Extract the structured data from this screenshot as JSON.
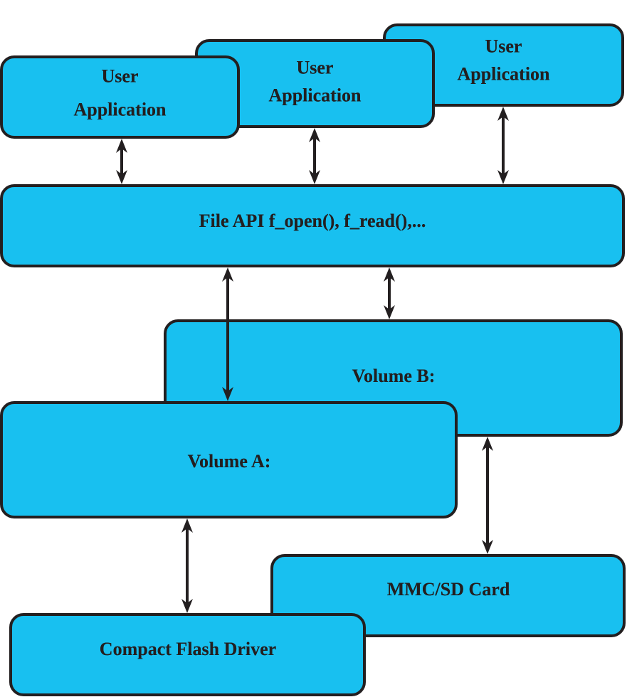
{
  "diagram": {
    "title": "",
    "colors": {
      "box_fill": "#18c0f0",
      "stroke": "#231f20",
      "text": "#231f20",
      "background": "#ffffff"
    },
    "nodes": [
      {
        "id": "user-app-3",
        "label": "User\nApplication"
      },
      {
        "id": "user-app-2",
        "label": "User\nApplication"
      },
      {
        "id": "user-app-1",
        "label": "User\nApplication"
      },
      {
        "id": "file-api",
        "label": "File API f_open(), f_read(),..."
      },
      {
        "id": "volume-b",
        "label": "Volume B:"
      },
      {
        "id": "volume-a",
        "label": "Volume A:"
      },
      {
        "id": "mmc-sd-card",
        "label": "MMC/SD Card"
      },
      {
        "id": "compact-flash-driver",
        "label": "Compact Flash Driver"
      }
    ],
    "edges": [
      {
        "from": "user-app-1",
        "to": "file-api",
        "direction": "bidirectional"
      },
      {
        "from": "user-app-2",
        "to": "file-api",
        "direction": "bidirectional"
      },
      {
        "from": "user-app-3",
        "to": "file-api",
        "direction": "bidirectional"
      },
      {
        "from": "file-api",
        "to": "volume-a",
        "direction": "bidirectional"
      },
      {
        "from": "file-api",
        "to": "volume-b",
        "direction": "bidirectional"
      },
      {
        "from": "volume-a",
        "to": "compact-flash-driver",
        "direction": "bidirectional"
      },
      {
        "from": "volume-b",
        "to": "mmc-sd-card",
        "direction": "bidirectional"
      }
    ]
  }
}
